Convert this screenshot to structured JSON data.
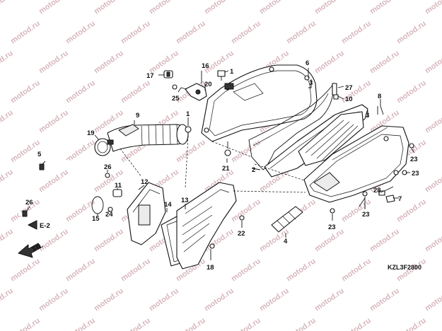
{
  "watermark": "motod.ru",
  "part_labels": {
    "p1a": "1",
    "p1b": "1",
    "p2": "2",
    "p3a": "3",
    "p3b": "3",
    "p4": "4",
    "p5": "5",
    "p6": "6",
    "p7": "7",
    "p8": "8",
    "p9": "9",
    "p10": "10",
    "p11": "11",
    "p12": "12",
    "p13": "13",
    "p14": "14",
    "p15": "15",
    "p16": "16",
    "p17": "17",
    "p18": "18",
    "p19": "19",
    "p20": "20",
    "p21": "21",
    "p22": "22",
    "p23a": "23",
    "p23b": "23",
    "p23c": "23",
    "p23d": "23",
    "p24": "24",
    "p25": "25",
    "p26a": "26",
    "p26b": "26",
    "p27": "27",
    "p28": "28"
  },
  "ref_mark": "E-2",
  "front_mark": "FR.",
  "diagram_code": "KZL3F2800"
}
